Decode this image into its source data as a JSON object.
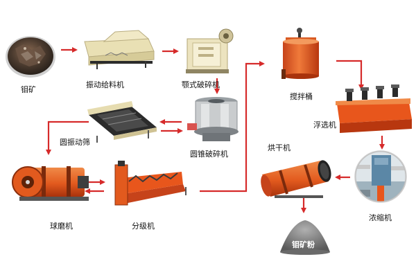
{
  "labels": {
    "molybdenum_ore": "钼矿",
    "vibrating_feeder": "振动给料机",
    "jaw_crusher": "颚式破碎机",
    "cone_crusher": "圆锥破碎机",
    "vibrating_screen": "圆振动筛",
    "ball_mill": "球磨机",
    "classifier": "分级机",
    "agitation_tank": "搅拌桶",
    "flotation_machine": "浮选机",
    "thickener": "浓缩机",
    "dryer": "烘干机",
    "molybdenum_powder": "钼矿粉"
  },
  "colors": {
    "arrow": "#d62a2a",
    "equipment_orange": "#e8561c",
    "equipment_cream": "#e9e0b4",
    "equipment_dark": "#2b2b2b",
    "powder_gray": "#8a8a8a"
  },
  "icons": {
    "molybdenum_ore": "ore-rock-icon",
    "vibrating_feeder": "vibrating-feeder-icon",
    "jaw_crusher": "jaw-crusher-icon",
    "cone_crusher": "cone-crusher-icon",
    "vibrating_screen": "vibrating-screen-icon",
    "ball_mill": "ball-mill-icon",
    "classifier": "spiral-classifier-icon",
    "agitation_tank": "agitation-tank-icon",
    "flotation_machine": "flotation-machine-icon",
    "thickener": "thickener-icon",
    "dryer": "rotary-dryer-icon",
    "molybdenum_powder": "powder-pile-icon"
  }
}
